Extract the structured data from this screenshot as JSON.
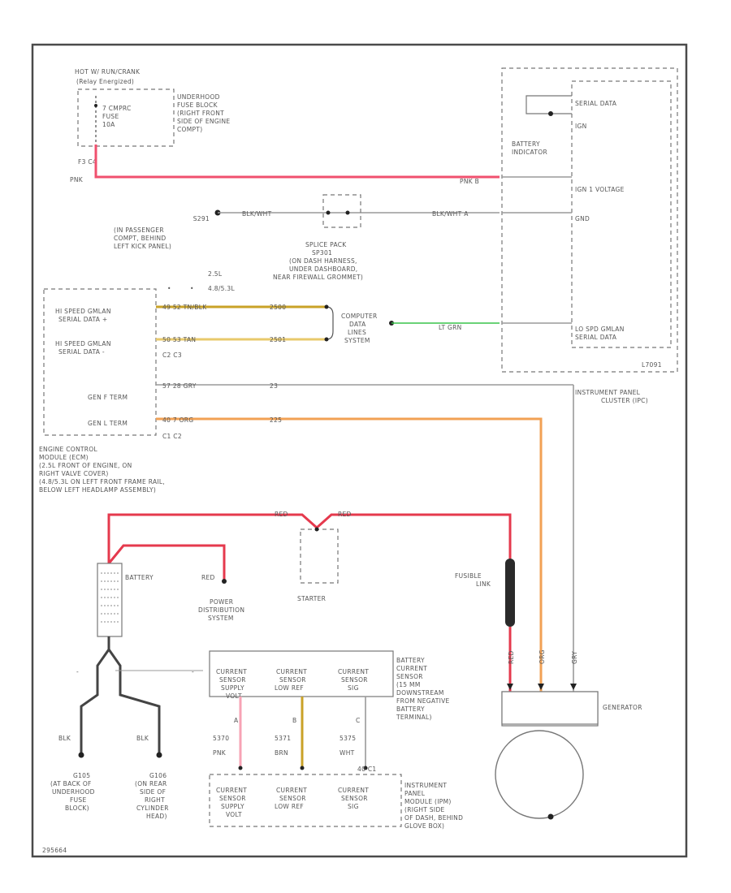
{
  "colors": {
    "pink": "#f0506e",
    "red": "#e5394d",
    "orange": "#f2a154",
    "tan": "#c9a227",
    "yellow_tan": "#e8c96b",
    "green": "#39c44a",
    "gray": "#9a9a9a",
    "white_pink": "#f7a3b5"
  },
  "labels": {
    "hot_top": "HOT W/ RUN/CRANK",
    "hot_bottom": "(Relay Energized)",
    "fuse": "7 CMPRC\nFUSE\n10A",
    "underhood": "UNDERHOOD\nFUSE BLOCK\n(RIGHT FRONT\nSIDE OF ENGINE\nCOMPT)",
    "fb_pins": "F3  C4",
    "pnk": "PNK",
    "pnk_right": "PNK  B",
    "battery_indicator": "BATTERY\nINDICATOR",
    "bi_serial": "SERIAL DATA",
    "bi_ign": "IGN",
    "bi_ign_voltage": "IGN 1 VOLTAGE",
    "bi_gnd": "GND",
    "bi_lo_speed": "LO SPD GMLAN\nSERIAL DATA",
    "bi_ref": "L7091",
    "s291": "S291\n(IN PASSENGER\nCOMPT, BEHIND\nLEFT KICK PANEL)",
    "blk_wht_1": "BLK/WHT",
    "blk_wht_2": "BLK/WHT  A",
    "splice_pack": "SPLICE PACK\nSP301\n(ON DASH HARNESS,\nUNDER DASHBOARD,\nNEAR FIREWALL GROMMET)",
    "eng_25": "2.5L",
    "eng_448": "4.8/5.3L",
    "ecm_hs_plus": "HI SPEED GMLAN\nSERIAL DATA +",
    "ecm_hs_minus": "HI SPEED GMLAN\nSERIAL DATA -",
    "pins_c2c3_a": "C2  C3",
    "pins_c1c2": "C1  C2",
    "wire_hs_plus": "49   52  TN/BLK",
    "wire_hs_plus_num": "2500",
    "wire_hs_minus": "50   53  TAN",
    "wire_hs_minus_num": "2501",
    "computer_data_lines": "COMPUTER\nDATA\nLINES\nSYSTEM",
    "green_wire": "LT GRN",
    "ecm_gen_term": "GEN F TERM",
    "gen_wire": "57   28  GRY",
    "gen_wire_num": "23",
    "ecm_gen_l": "GEN L TERM",
    "gen_l_wire": "40   7  ORG",
    "gen_l_num": "225",
    "ipc": "INSTRUMENT PANEL\nCLUSTER (IPC)",
    "ecm_desc": "ENGINE CONTROL\nMODULE (ECM)\n(2.5L FRONT OF ENGINE, ON\nRIGHT VALVE COVER)\n(4.8/5.3L ON LEFT FRONT FRAME RAIL,\nBELOW LEFT HEADLAMP ASSEMBLY)",
    "red_1": "RED",
    "red_2": "RED",
    "red_3": "RED",
    "battery": "BATTERY",
    "pds": "POWER\nDISTRIBUTION\nSYSTEM",
    "starter": "STARTER",
    "fusible_link": "FUSIBLE\nLINK",
    "generator": "GENERATOR",
    "wire_red_v": "RED",
    "wire_org_v": "ORG",
    "wire_gry_v": "GRY",
    "sensor_top": [
      "CURRENT\nSENSOR\nSUPPLY\nVOLT",
      "CURRENT\nSENSOR\nLOW REF",
      "CURRENT\nSENSOR\nSIG"
    ],
    "battery_current_sensor": "BATTERY\nCURRENT\nSENSOR\n(15 MM\nDOWNSTREAM\nFROM NEGATIVE\nBATTERY\nTERMINAL)",
    "pin_a": "A",
    "pin_b": "B",
    "pin_c": "C",
    "sw_a": "5370\nPNK",
    "sw_b": "5371\nBRN",
    "sw_c": "5375\nWHT",
    "ipm_pins": "40   C1",
    "sensor_bottom": [
      "CURRENT\nSENSOR\nSUPPLY\nVOLT",
      "CURRENT\nSENSOR\nLOW REF",
      "CURRENT\nSENSOR\nSIG"
    ],
    "ipm": "INSTRUMENT\nPANEL\nMODULE (IPM)\n(RIGHT SIDE\nOF DASH, BEHIND\nGLOVE BOX)",
    "blk_1": "BLK",
    "blk_2": "BLK",
    "g105": "G105\n(AT BACK OF\nUNDERHOOD\nFUSE\nBLOCK)",
    "g106": "G106\n(ON REAR\nSIDE OF\nRIGHT\nCYLINDER\nHEAD)",
    "figure_id": "295664"
  }
}
